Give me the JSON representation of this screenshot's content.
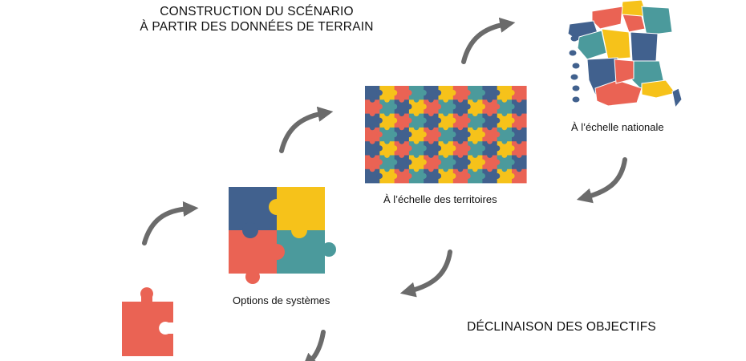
{
  "headings": {
    "construction_line1": "CONSTRUCTION DU SCÉNARIO",
    "construction_line2": "À PARTIR DES DONNÉES DE TERRAIN",
    "declinaison": "DÉCLINAISON DES OBJECTIFS"
  },
  "captions": {
    "national": "À l’échelle nationale",
    "territoires": "À l’échelle des territoires",
    "systemes": "Options de systèmes"
  },
  "colors": {
    "blue": "#41618e",
    "yellow": "#f6c21a",
    "red": "#ea6354",
    "teal": "#4b9a9c",
    "arrow": "#6b6b6b"
  }
}
